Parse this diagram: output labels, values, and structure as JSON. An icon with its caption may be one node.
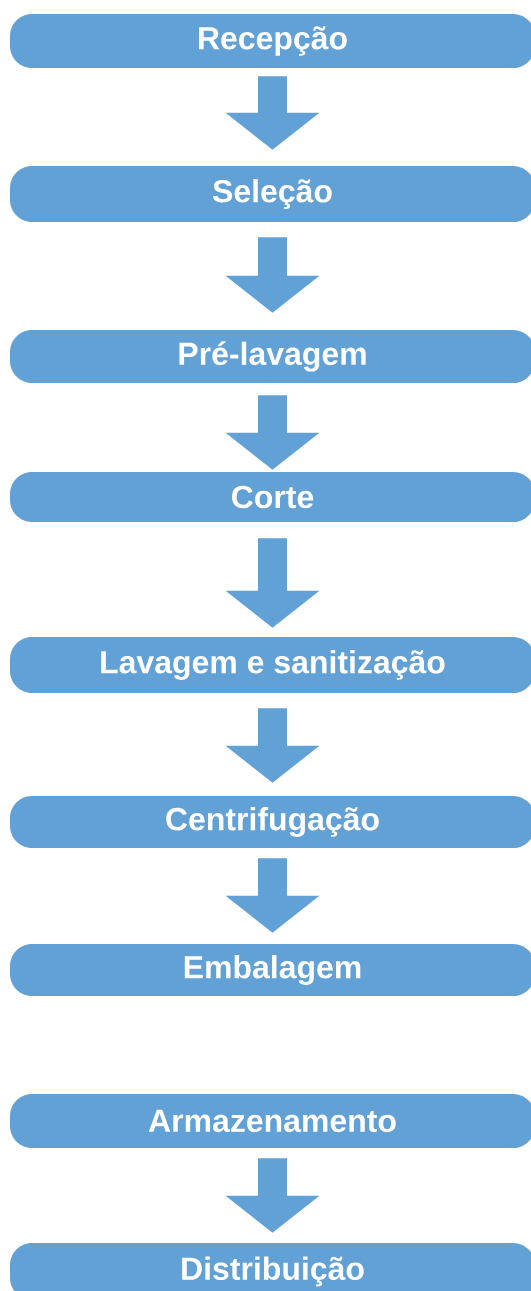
{
  "diagram": {
    "nodes": [
      {
        "text": [
          "Recepção"
        ]
      },
      {
        "text": [
          "Seleção"
        ]
      },
      {
        "text": [
          "Pré-lavagem"
        ]
      },
      {
        "text": [
          "Corte"
        ]
      },
      {
        "text": [
          "Lavagem e sanitização"
        ]
      },
      {
        "text": [
          "Centrifugação"
        ]
      },
      {
        "text": [
          "Embalagem"
        ]
      },
      {
        "text": [
          "Armazenamento"
        ]
      },
      {
        "text": [
          "Distribuição"
        ]
      }
    ],
    "edges": [
      {
        "from": 0,
        "to": 1,
        "arrow": "to"
      },
      {
        "from": 1,
        "to": 2,
        "arrow": "to"
      },
      {
        "from": 2,
        "to": 3,
        "arrow": "to"
      },
      {
        "from": 3,
        "to": 4,
        "arrow": "to"
      },
      {
        "from": 4,
        "to": 5,
        "arrow": "to"
      },
      {
        "from": 5,
        "to": 6,
        "arrow": "to"
      },
      {
        "from": 7,
        "to": 8,
        "arrow": "to"
      }
    ]
  }
}
